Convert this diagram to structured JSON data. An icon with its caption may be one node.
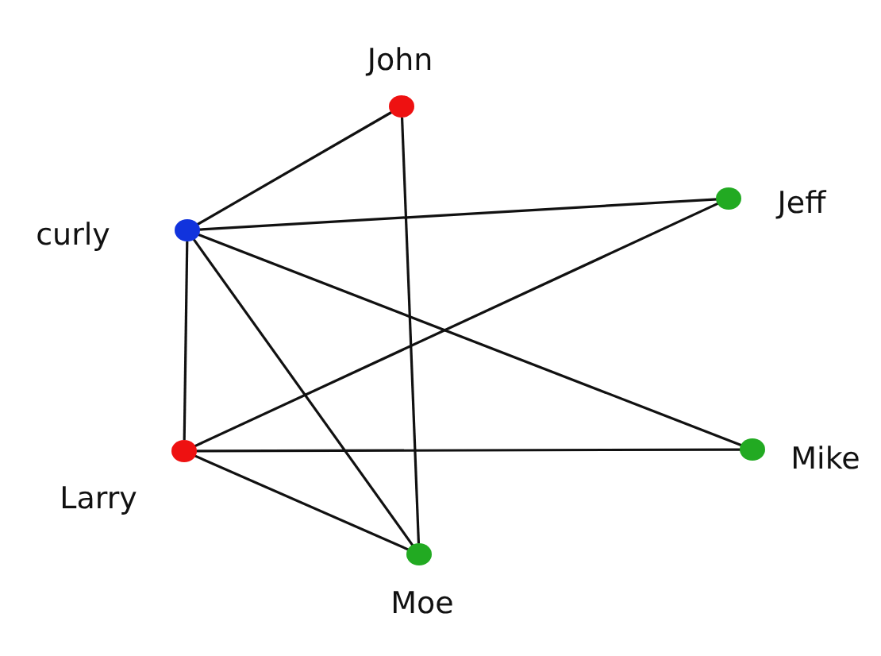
{
  "diagram": {
    "nodes": [
      {
        "text": [],
        "shape": "circle",
        "beside": [
          "John"
        ]
      },
      {
        "text": [],
        "shape": "circle",
        "beside": [
          "curly"
        ]
      },
      {
        "text": [],
        "shape": "circle",
        "beside": [
          "Jeff"
        ]
      },
      {
        "text": [],
        "shape": "circle",
        "beside": [
          "Larry"
        ]
      },
      {
        "text": [],
        "shape": "circle",
        "beside": [
          "Mike"
        ]
      },
      {
        "text": [],
        "shape": "circle",
        "beside": [
          "Moe"
        ]
      }
    ],
    "edges": [
      {
        "from": 0,
        "to": 1,
        "arrow": "none"
      },
      {
        "from": 0,
        "to": 5,
        "arrow": "none"
      },
      {
        "from": 1,
        "to": 2,
        "arrow": "none"
      },
      {
        "from": 1,
        "to": 4,
        "arrow": "none"
      },
      {
        "from": 1,
        "to": 3,
        "arrow": "none"
      },
      {
        "from": 1,
        "to": 5,
        "arrow": "none"
      },
      {
        "from": 3,
        "to": 2,
        "arrow": "none"
      },
      {
        "from": 3,
        "to": 4,
        "arrow": "none"
      },
      {
        "from": 3,
        "to": 5,
        "arrow": "none"
      }
    ]
  }
}
